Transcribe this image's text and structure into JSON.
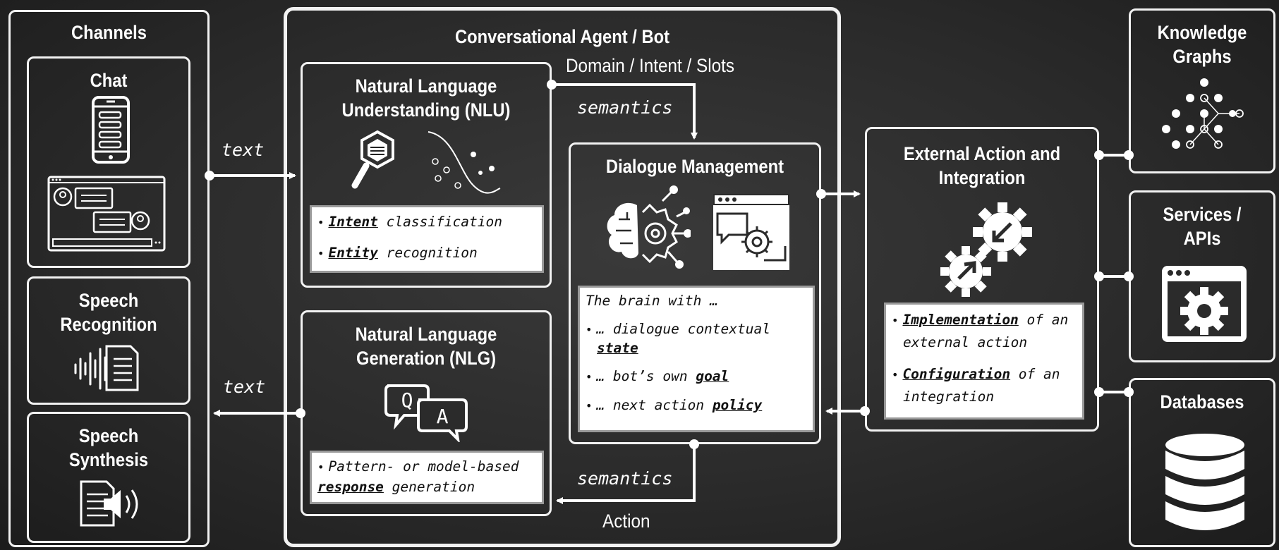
{
  "colors": {
    "background": "#2b2b2b",
    "stroke": "#f2f2f2",
    "text": "#ffffff",
    "panel_text": "#111111"
  },
  "channels": {
    "title": "Channels",
    "chat": {
      "title": "Chat",
      "icons": [
        "smartphone-chat-icon",
        "chat-window-icon"
      ]
    },
    "speech_recognition": {
      "title": "Speech\nRecognition",
      "icon": "speech-to-text-icon"
    },
    "speech_synthesis": {
      "title": "Speech\nSynthesis",
      "icon": "text-to-speech-icon"
    }
  },
  "agent": {
    "title": "Conversational Agent / Bot",
    "nlu": {
      "title": "Natural Language\nUnderstanding (NLU)",
      "icons": [
        "text-magnifier-icon",
        "scatter-curve-icon"
      ],
      "items": [
        {
          "bold": "Intent",
          "rest": " classification"
        },
        {
          "bold": "Entity",
          "rest": " recognition"
        }
      ]
    },
    "nlg": {
      "title": "Natural Language\nGeneration (NLG)",
      "icon": "question-answer-bubbles-icon",
      "item": {
        "pre": "Pattern- or model-based",
        "bold": "response",
        "rest": " generation"
      }
    },
    "dm": {
      "title": "Dialogue Management",
      "icons": [
        "brain-circuit-icon",
        "chat-settings-window-icon"
      ],
      "intro": "The brain with …",
      "items": [
        {
          "pre": "… dialogue contextual",
          "bold": "state",
          "rest": ""
        },
        {
          "pre": "… bot’s own ",
          "bold": "goal",
          "rest": ""
        },
        {
          "pre": "… next action ",
          "bold": "policy",
          "rest": ""
        }
      ]
    },
    "label_domain": "Domain / Intent / Slots",
    "label_semantics_top": "semantics",
    "label_semantics_bottom": "semantics",
    "label_action": "Action"
  },
  "flows": {
    "text_in": "text",
    "text_out": "text"
  },
  "external": {
    "title": "External Action and\nIntegration",
    "icon": "gears-icon",
    "items": [
      {
        "bold": "Implementation",
        "rest1": " of an",
        "rest2": "external action"
      },
      {
        "bold": "Configuration",
        "rest1": " of an",
        "rest2": "integration"
      }
    ]
  },
  "resources": {
    "knowledge_graphs": {
      "title": "Knowledge\nGraphs",
      "icon": "graph-nodes-icon"
    },
    "services_apis": {
      "title": "Services /\nAPIs",
      "icon": "browser-gear-icon"
    },
    "databases": {
      "title": "Databases",
      "icon": "database-icon"
    }
  }
}
